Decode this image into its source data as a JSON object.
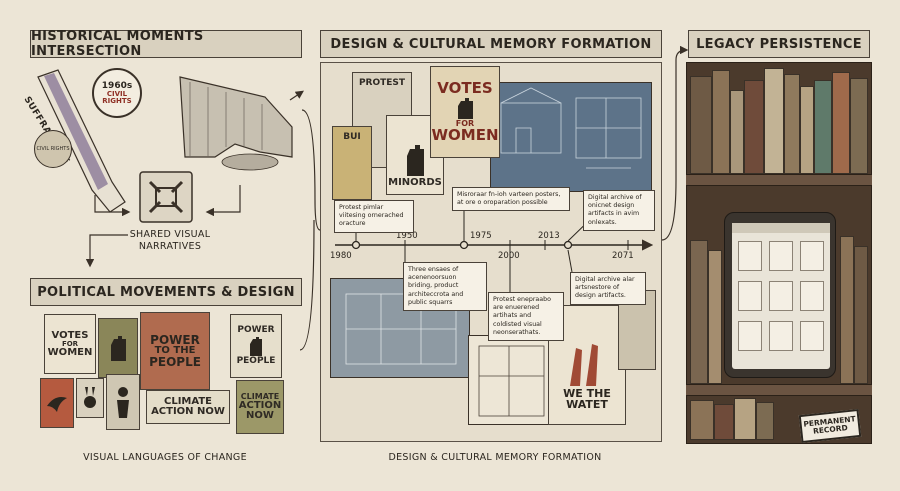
{
  "sections": {
    "historical": {
      "title": "HISTORICAL MOMENTS INTERSECTION",
      "caption": "SHARED VISUAL NARRATIVES"
    },
    "political": {
      "title": "POLITICAL MOVEMENTS & DESIGN",
      "caption": "VISUAL LANGUAGES OF CHANGE"
    },
    "design": {
      "title": "DESIGN & CULTURAL MEMORY FORMATION",
      "caption": "DESIGN & CULTURAL MEMORY FORMATION"
    },
    "legacy": {
      "title": "LEGACY PERSISTENCE",
      "stamp": "PERMANENT RECORD"
    }
  },
  "historical_items": {
    "sash": "SUFFRAGETTE",
    "button_year": "1960s",
    "button_text": "CIVIL RIGHTS",
    "seal_text": "CIVIL RIGHTS"
  },
  "political_posters": {
    "votes": [
      "VOTES",
      "FOR",
      "WOMEN"
    ],
    "power": [
      "POWER",
      "TO THE",
      "PEOPLE"
    ],
    "power_small": [
      "POWER",
      "PEOPLE"
    ],
    "climate_a": [
      "CLIMATE",
      "ACTION NOW"
    ],
    "climate_b": [
      "CLIMATE",
      "ACTION",
      "NOW"
    ]
  },
  "design_posters": {
    "protest": "PROTEST",
    "minords": "MINORDS",
    "votes": [
      "VOTES",
      "FOR",
      "WOMEN"
    ],
    "bui": "BUI",
    "we_the": [
      "WE THE",
      "WATET"
    ]
  },
  "timeline": {
    "years_top": [
      "1950",
      "1975",
      "2013"
    ],
    "years_bottom": [
      "1980",
      "2000",
      "2071"
    ],
    "callouts": {
      "c1": "Protest pimlar viitesing ornerached oracture",
      "c2": "Misroraar fn-ioh varteen posters, at ore o oroparation possible",
      "c3": "Digital archive of onicnet design artifacts in avim onlexats.",
      "c4": "Three ensaes of acenenoorsuon briding, product architeccrota and public squarrs",
      "c5": "Protest enepraabo are enuerened artihats and coldisted visual neonserathats.",
      "c6": "Digital archive alar artsnestore of design artifacts."
    }
  },
  "colors": {
    "background": "#ece5d6",
    "banner": "#d9d1bf",
    "ink": "#2b261f",
    "blueprint": "#5d7389",
    "poster_red": "#a04a35",
    "poster_olive": "#8a8659"
  }
}
